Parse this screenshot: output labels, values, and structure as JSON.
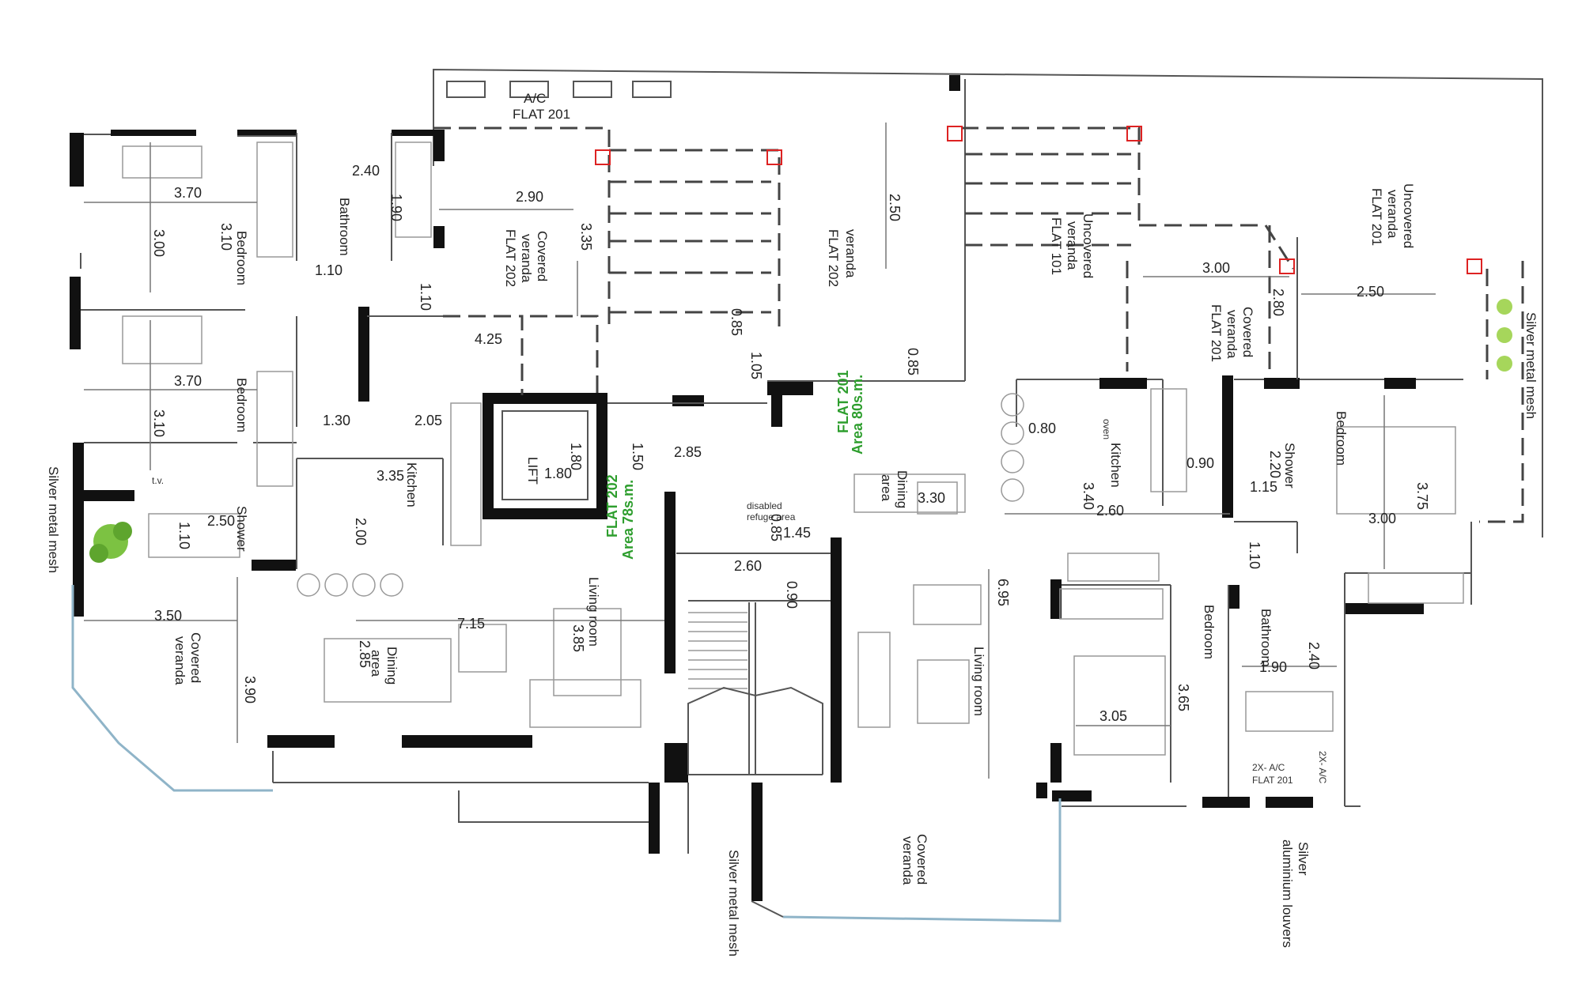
{
  "labels": {
    "ac_flat201_top": "A/C",
    "ac_flat201_top2": "FLAT 201",
    "bathroom_left": "Bathroom",
    "bedroom_left_top": "Bedroom",
    "bedroom_left_mid": "Bedroom",
    "shower_left": "Shower",
    "kitchen_left": "Kitchen",
    "covered_veranda_202_a": "Covered",
    "covered_veranda_202_b": "veranda",
    "covered_veranda_202_c": "FLAT 202",
    "veranda_202_a": "veranda",
    "veranda_202_b": "FLAT 202",
    "uncovered_veranda_101_a": "Uncovered",
    "uncovered_veranda_101_b": "veranda",
    "uncovered_veranda_101_c": "FLAT 101",
    "uncovered_veranda_201_a": "Uncovered",
    "uncovered_veranda_201_b": "veranda",
    "uncovered_veranda_201_c": "FLAT 201",
    "covered_veranda_201_a": "Covered",
    "covered_veranda_201_b": "veranda",
    "covered_veranda_201_c": "FLAT 201",
    "silver_mesh_right": "Silver metal mesh",
    "silver_mesh_left": "Silver metal mesh",
    "silver_mesh_bottom": "Silver metal mesh",
    "silver_louvers_a": "Silver",
    "silver_louvers_b": "aluminium louvers",
    "lift": "LIFT",
    "flat201_title": "FLAT 201",
    "flat201_area": "Area 80s.m.",
    "flat202_title": "FLAT 202",
    "flat202_area": "Area 78s.m.",
    "dining_right_a": "Dining",
    "dining_right_b": "area",
    "dining_left_a": "Dining",
    "dining_left_b": "area",
    "living_left": "Living room",
    "living_right": "Living room",
    "covered_veranda_left_a": "Covered",
    "covered_veranda_left_b": "veranda",
    "covered_veranda_bottom_a": "Covered",
    "covered_veranda_bottom_b": "veranda",
    "kitchen_right": "Kitchen",
    "oven": "oven",
    "bedroom_right_top": "Bedroom",
    "shower_right": "Shower",
    "bedroom_right_mid": "Bedroom",
    "bathroom_right": "Bathroom",
    "disabled_a": "disabled",
    "disabled_b": "refuge area",
    "ac_bottom_a": "2X- A/C",
    "ac_bottom_b": "FLAT 201",
    "ac_bottom_c": "2X- A/C",
    "tv": "t.v."
  },
  "dims": {
    "d370a": "3.70",
    "d300a": "3.00",
    "d310a": "3.10",
    "d240": "2.40",
    "d190": "1.90",
    "d290": "2.90",
    "d335a": "3.35",
    "d250a": "2.50",
    "d110a": "1.10",
    "d110b": "1.10",
    "d425": "4.25",
    "d085a": "0.85",
    "d105": "1.05",
    "d085b": "0.85",
    "d370b": "3.70",
    "d310b": "3.10",
    "d130": "1.30",
    "d205": "2.05",
    "d335b": "3.35",
    "d200": "2.00",
    "d250b": "2.50",
    "d110c": "1.10",
    "d180a": "1.80",
    "d180b": "1.80",
    "d150": "1.50",
    "d285a": "2.85",
    "d080": "0.80",
    "d340": "3.40",
    "d330": "3.30",
    "d260a": "2.60",
    "d300b": "3.00",
    "d280": "2.80",
    "d250c": "2.50",
    "d090a": "0.90",
    "d220": "2.20",
    "d115": "1.15",
    "d375": "3.75",
    "d300c": "3.00",
    "d110d": "1.10",
    "d085c": "0.85",
    "d145": "1.45",
    "d260b": "2.60",
    "d090b": "0.90",
    "d385": "3.85",
    "d715": "7.15",
    "d350": "3.50",
    "d390": "3.90",
    "d285b": "2.85",
    "d695": "6.95",
    "d365": "3.65",
    "d305": "3.05",
    "d190b": "1.90",
    "d240b": "2.40"
  }
}
